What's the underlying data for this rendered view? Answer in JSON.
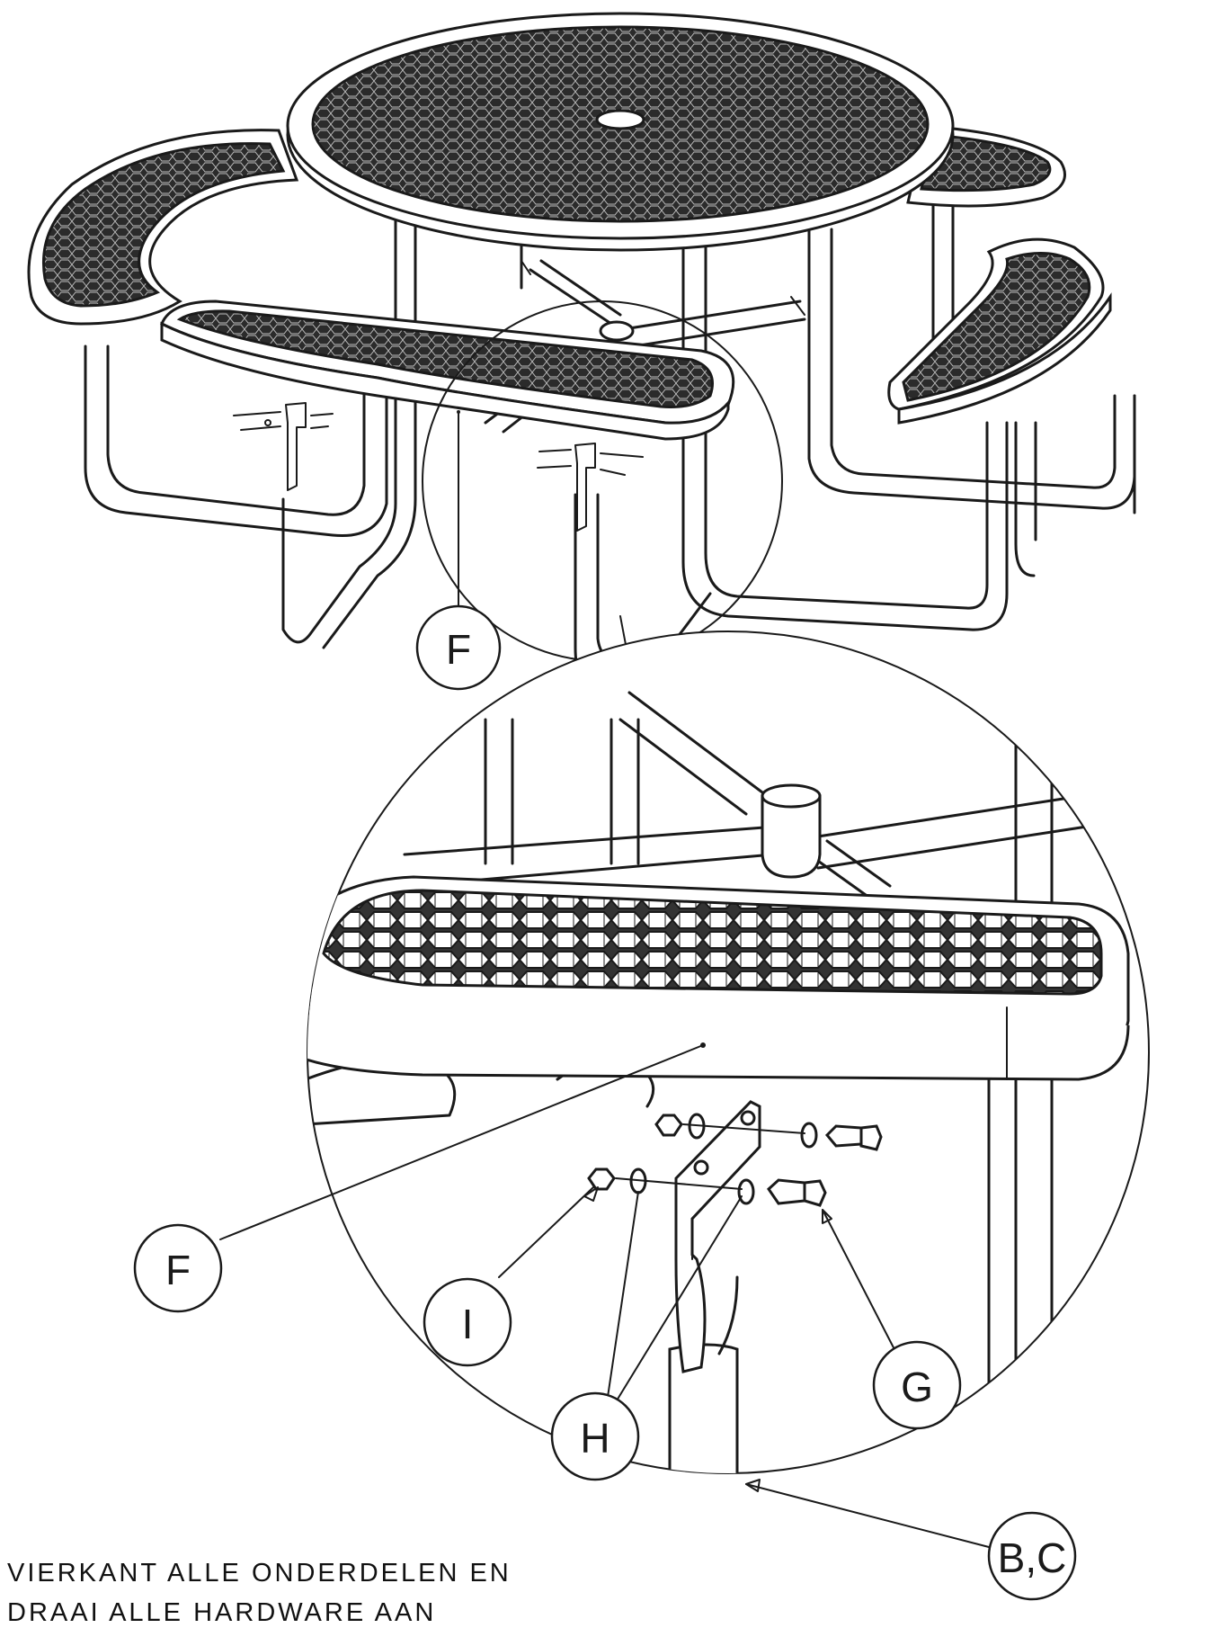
{
  "callouts": {
    "f_top": "F",
    "f_detail": "F",
    "i": "I",
    "g": "G",
    "h": "H",
    "bc": "B,C"
  },
  "instructions": {
    "line1": "VIERKANT ALLE ONDERDELEN EN",
    "line2": "DRAAI ALLE HARDWARE AAN"
  },
  "colors": {
    "line": "#1a1a1a",
    "mesh": "#2b2b2b",
    "background": "#ffffff"
  }
}
